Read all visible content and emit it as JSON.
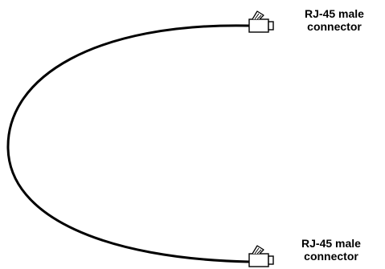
{
  "connectors": [
    {
      "line1": "RJ-45 male",
      "line2": "connector"
    },
    {
      "line1": "RJ-45 male",
      "line2": "connector"
    }
  ],
  "icons": {
    "connector_icon": "rj45-connector-icon"
  },
  "colors": {
    "cable": "#000000",
    "connector_fill": "#ffffff",
    "text": "#000000"
  }
}
